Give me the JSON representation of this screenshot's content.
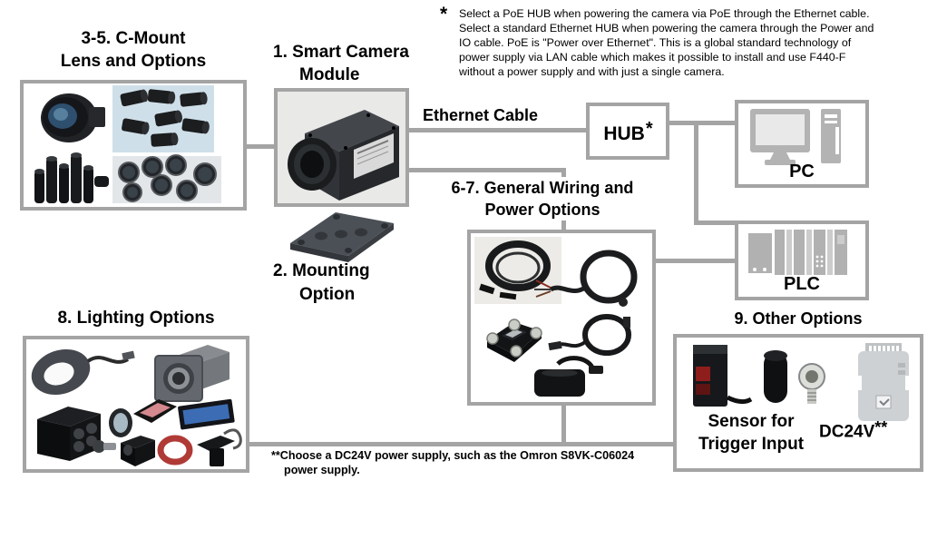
{
  "diagram": {
    "lens": {
      "title1": "3-5. C-Mount",
      "title2": "Lens and Options"
    },
    "camera": {
      "title1": "1. Smart Camera",
      "title2": "Module"
    },
    "mounting": {
      "title1": "2. Mounting",
      "title2": "Option"
    },
    "wiring": {
      "title1": "6-7. General Wiring and",
      "title2": "Power Options"
    },
    "lighting": {
      "title": "8. Lighting Options"
    },
    "other": {
      "title": "9. Other Options",
      "sensor_line1": "Sensor for",
      "sensor_line2": "Trigger Input",
      "dc24v_label": "DC24V",
      "dc24v_mark": "**"
    },
    "hub": {
      "label": "HUB",
      "mark": "*"
    },
    "pc_label": "PC",
    "plc_label": "PLC",
    "ethernet_label": "Ethernet Cable",
    "poe_note": {
      "mark": "*",
      "line1": "Select a PoE HUB when powering the camera via PoE through the Ethernet cable.",
      "line2": "Select a standard Ethernet HUB when powering the camera through the Power and",
      "line3": "IO cable. PoE is \"Power over Ethernet\". This is a global standard technology of",
      "line4": "power supply via LAN cable which makes it possible to install and use F440-F",
      "line5": "without a power supply and with just a single camera."
    },
    "psu_note": {
      "line1": "**Choose a DC24V power supply, such as the Omron S8VK-C06024",
      "line2": "power supply."
    },
    "colors": {
      "line_gray": "#a4a4a4",
      "sensor_red": "#8e1e1c",
      "lens_blue": "#2e4f6e"
    }
  }
}
